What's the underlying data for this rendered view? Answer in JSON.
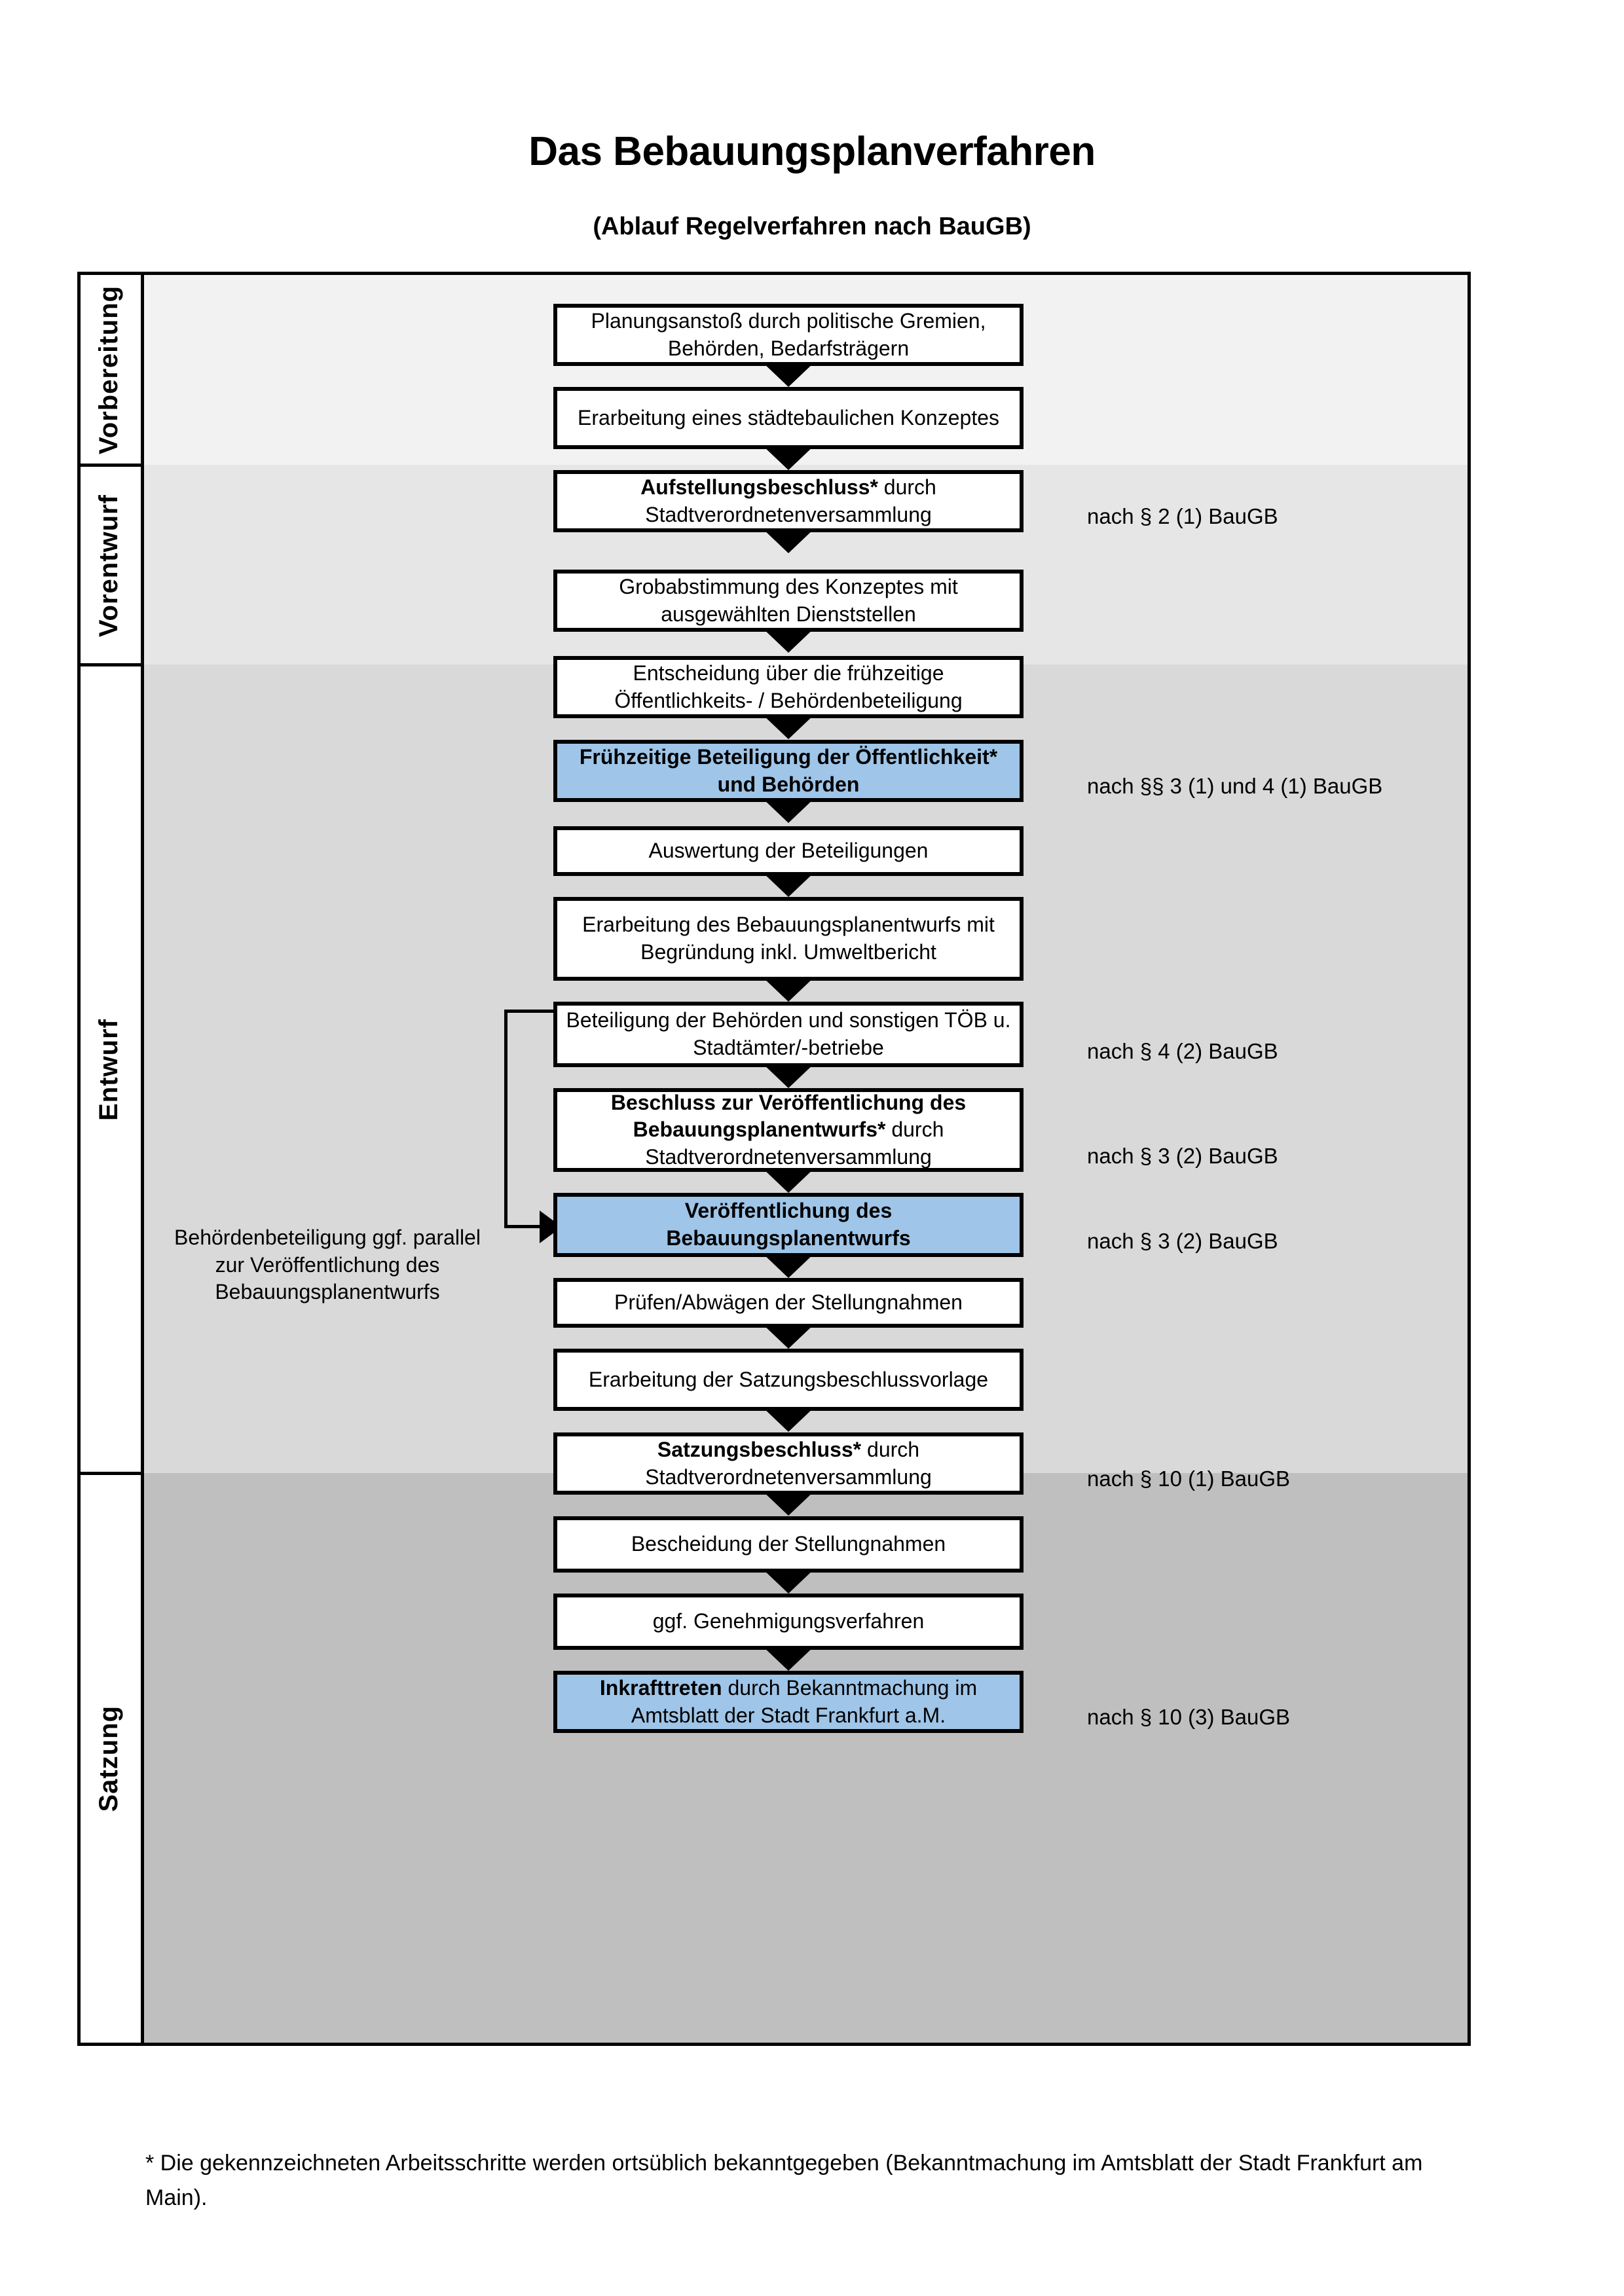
{
  "document": {
    "title": "Das Bebauungsplanverfahren",
    "subtitle": "(Ablauf Regelverfahren nach BauGB)",
    "footnote": "* Die gekennzeichneten Arbeitsschritte werden ortsüblich bekanntgegeben (Bekanntmachung im Amtsblatt  der Stadt Frankfurt am Main)."
  },
  "colors": {
    "highlight": "#9FC5E8",
    "band_vorbereitung": "#F2F2F2",
    "band_vorentwurf": "#E6E6E6",
    "band_entwurf": "#D9D9D9",
    "band_satzung": "#BFBFBF",
    "box_border": "#000000",
    "box_fill": "#FFFFFF"
  },
  "stages": [
    {
      "id": "vorbereitung",
      "label": "Vorbereitung"
    },
    {
      "id": "vorentwurf",
      "label": "Vorentwurf"
    },
    {
      "id": "entwurf",
      "label": "Entwurf"
    },
    {
      "id": "satzung",
      "label": "Satzung"
    }
  ],
  "side_note": "Behördenbeteiligung ggf. parallel zur Veröffentlichung des Bebauungsplanentwurfs",
  "steps": [
    {
      "id": "planungsanstoss",
      "stage": "vorbereitung",
      "highlight": false,
      "bold_prefix": "",
      "text": "Planungsanstoß durch politische Gremien, Behörden, Bedarfsträgern"
    },
    {
      "id": "staedtebau",
      "stage": "vorbereitung",
      "highlight": false,
      "bold_prefix": "",
      "text": "Erarbeitung eines städtebaulichen Konzeptes"
    },
    {
      "id": "aufstellung",
      "stage": "vorbereitung",
      "highlight": false,
      "bold_prefix": "Aufstellungsbeschluss*",
      "text": " durch Stadtverordnetenversammlung"
    },
    {
      "id": "grobabstimmung",
      "stage": "vorentwurf",
      "highlight": false,
      "bold_prefix": "",
      "text": "Grobabstimmung des Konzeptes mit ausgewählten Dienststellen"
    },
    {
      "id": "entscheidung",
      "stage": "vorentwurf",
      "highlight": false,
      "bold_prefix": "",
      "text": "Entscheidung über die frühzeitige Öffentlichkeits- / Behördenbeteiligung"
    },
    {
      "id": "fruehzeitige",
      "stage": "vorentwurf",
      "highlight": true,
      "bold_prefix": "Frühzeitige Beteiligung der Öffentlichkeit* und Behörden",
      "text": ""
    },
    {
      "id": "auswertung",
      "stage": "entwurf",
      "highlight": false,
      "bold_prefix": "",
      "text": "Auswertung der Beteiligungen"
    },
    {
      "id": "erarbeitung-bpl",
      "stage": "entwurf",
      "highlight": false,
      "bold_prefix": "",
      "text": "Erarbeitung des Bebauungsplanentwurfs mit Begründung inkl. Umweltbericht"
    },
    {
      "id": "beteiligung-toeb",
      "stage": "entwurf",
      "highlight": false,
      "bold_prefix": "",
      "text": "Beteiligung der Behörden und sonstigen TÖB u. Stadtämter/-betriebe"
    },
    {
      "id": "beschluss-veroef",
      "stage": "entwurf",
      "highlight": false,
      "bold_prefix": "Beschluss zur Veröffentlichung des Bebauungsplanentwurfs*",
      "text": " durch Stadtverordnetenversammlung"
    },
    {
      "id": "veroeffentlichung",
      "stage": "entwurf",
      "highlight": true,
      "bold_prefix": "Veröffentlichung des Bebauungsplanentwurfs",
      "text": ""
    },
    {
      "id": "pruefen",
      "stage": "satzung",
      "highlight": false,
      "bold_prefix": "",
      "text": "Prüfen/Abwägen der Stellungnahmen"
    },
    {
      "id": "satzungsvorlage",
      "stage": "satzung",
      "highlight": false,
      "bold_prefix": "",
      "text": "Erarbeitung der Satzungsbeschlussvorlage"
    },
    {
      "id": "satzungsbeschluss",
      "stage": "satzung",
      "highlight": false,
      "bold_prefix": "Satzungsbeschluss*",
      "text": " durch Stadtverordnetenversammlung"
    },
    {
      "id": "bescheidung",
      "stage": "satzung",
      "highlight": false,
      "bold_prefix": "",
      "text": "Bescheidung der Stellungnahmen"
    },
    {
      "id": "genehmigung",
      "stage": "satzung",
      "highlight": false,
      "bold_prefix": "",
      "text": "ggf. Genehmigungsverfahren"
    },
    {
      "id": "inkrafttreten",
      "stage": "satzung",
      "highlight": true,
      "bold_prefix": "Inkrafttreten",
      "text": " durch Bekanntmachung im Amtsblatt der Stadt Frankfurt a.M."
    }
  ],
  "references": [
    {
      "id": "ref-2-1",
      "text": "nach § 2 (1) BauGB",
      "for_step": "aufstellung"
    },
    {
      "id": "ref-3-4",
      "text": "nach §§ 3 (1) und 4 (1) BauGB",
      "for_step": "fruehzeitige"
    },
    {
      "id": "ref-4-2",
      "text": "nach § 4 (2) BauGB",
      "for_step": "beteiligung-toeb"
    },
    {
      "id": "ref-3-2a",
      "text": "nach § 3 (2) BauGB",
      "for_step": "beschluss-veroef"
    },
    {
      "id": "ref-3-2b",
      "text": "nach § 3 (2) BauGB",
      "for_step": "veroeffentlichung"
    },
    {
      "id": "ref-10-1",
      "text": "nach § 10 (1) BauGB",
      "for_step": "satzungsbeschluss"
    },
    {
      "id": "ref-10-3",
      "text": "nach § 10 (3) BauGB",
      "for_step": "inkrafttreten"
    }
  ]
}
